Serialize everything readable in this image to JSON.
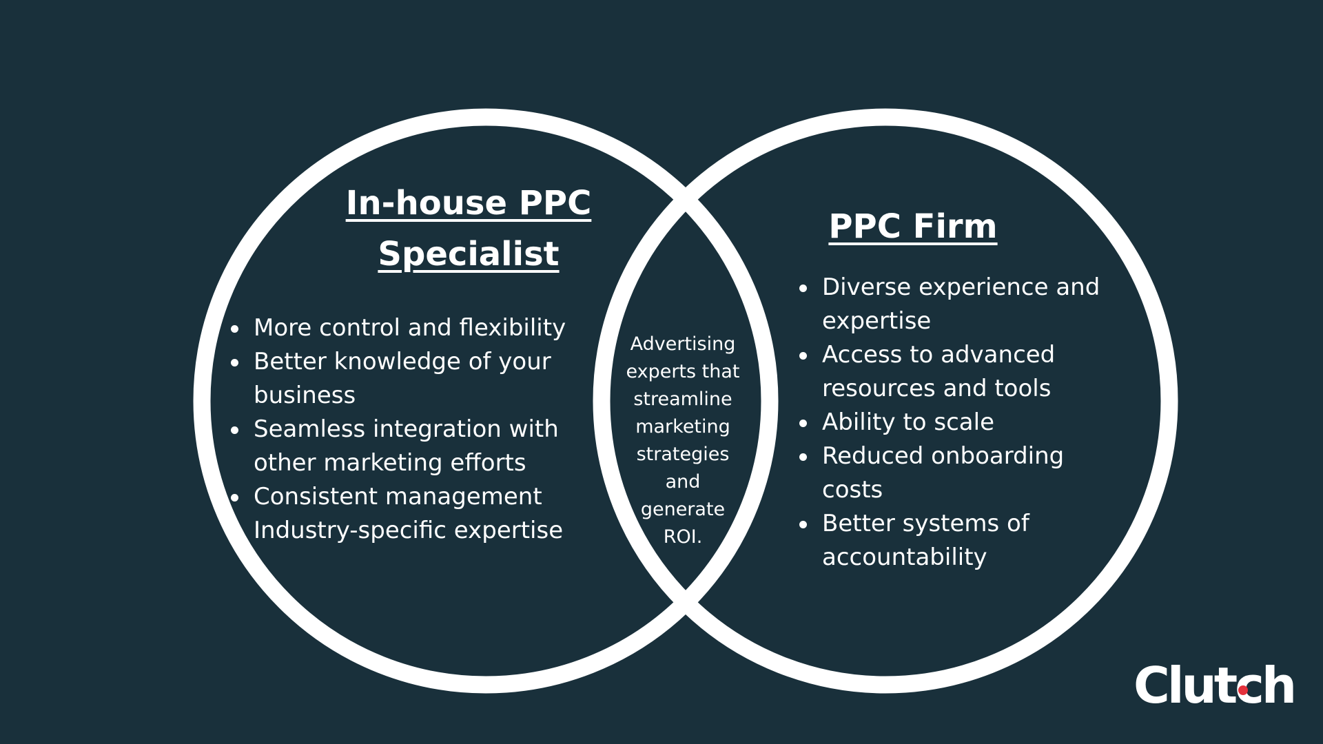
{
  "left_circle": {
    "title_line1": "In-house PPC",
    "title_line2": "Specialist",
    "items": [
      {
        "text": "More control and flexibility",
        "bullet": true
      },
      {
        "text": "Better knowledge of your",
        "bullet": true
      },
      {
        "text": "business",
        "bullet": false
      },
      {
        "text": "Seamless integration with",
        "bullet": true
      },
      {
        "text": "other marketing efforts",
        "bullet": false
      },
      {
        "text": "Consistent management",
        "bullet": true
      },
      {
        "text": "Industry-specific expertise",
        "bullet": false
      }
    ]
  },
  "overlap": {
    "lines": [
      "Advertising",
      "experts that",
      "streamline",
      "marketing",
      "strategies",
      "and",
      "generate",
      "ROI."
    ]
  },
  "right_circle": {
    "title": "PPC Firm",
    "items": [
      {
        "text": "Diverse experience and",
        "bullet": true
      },
      {
        "text": "expertise",
        "bullet": false
      },
      {
        "text": "Access to advanced",
        "bullet": true
      },
      {
        "text": "resources and tools",
        "bullet": false
      },
      {
        "text": "Ability to scale",
        "bullet": true
      },
      {
        "text": "Reduced onboarding",
        "bullet": true
      },
      {
        "text": "costs",
        "bullet": false
      },
      {
        "text": "Better systems of",
        "bullet": true
      },
      {
        "text": "accountability",
        "bullet": false
      }
    ]
  },
  "brand": {
    "logo_text": "Clutch"
  },
  "colors": {
    "background": "#19303b",
    "ring": "#ffffff",
    "text": "#ffffff",
    "brand_accent": "#e4323c"
  }
}
